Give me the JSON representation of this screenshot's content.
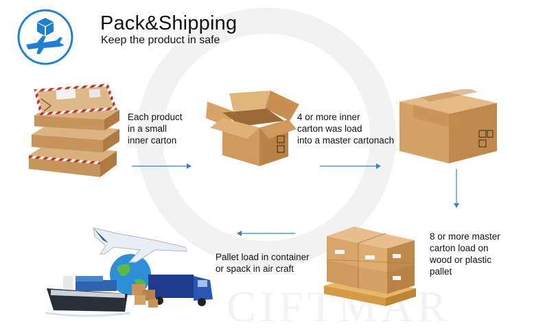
{
  "header": {
    "title": "Pack&Shipping",
    "subtitle": "Keep the product in safe"
  },
  "steps": [
    {
      "lines": [
        "Each product",
        "in a small",
        "inner carton"
      ]
    },
    {
      "lines": [
        "4 or more inner",
        "carton was load",
        "into a master cartonach"
      ]
    },
    {
      "lines": [
        "8 or more master",
        "carton load on",
        "wood  or plastic",
        "pallet"
      ]
    },
    {
      "lines": [
        "Pallet load in container",
        "or spack in air craft"
      ]
    }
  ],
  "watermark": "CIFTMAR",
  "colors": {
    "accent": "#1f7fd1",
    "arrow": "#3b7fc4",
    "cardboard": "#c9955a",
    "cardboard_dark": "#a9733d",
    "envelope_stripe": "#c0392b"
  },
  "icons": [
    "package-airplane-icon"
  ]
}
